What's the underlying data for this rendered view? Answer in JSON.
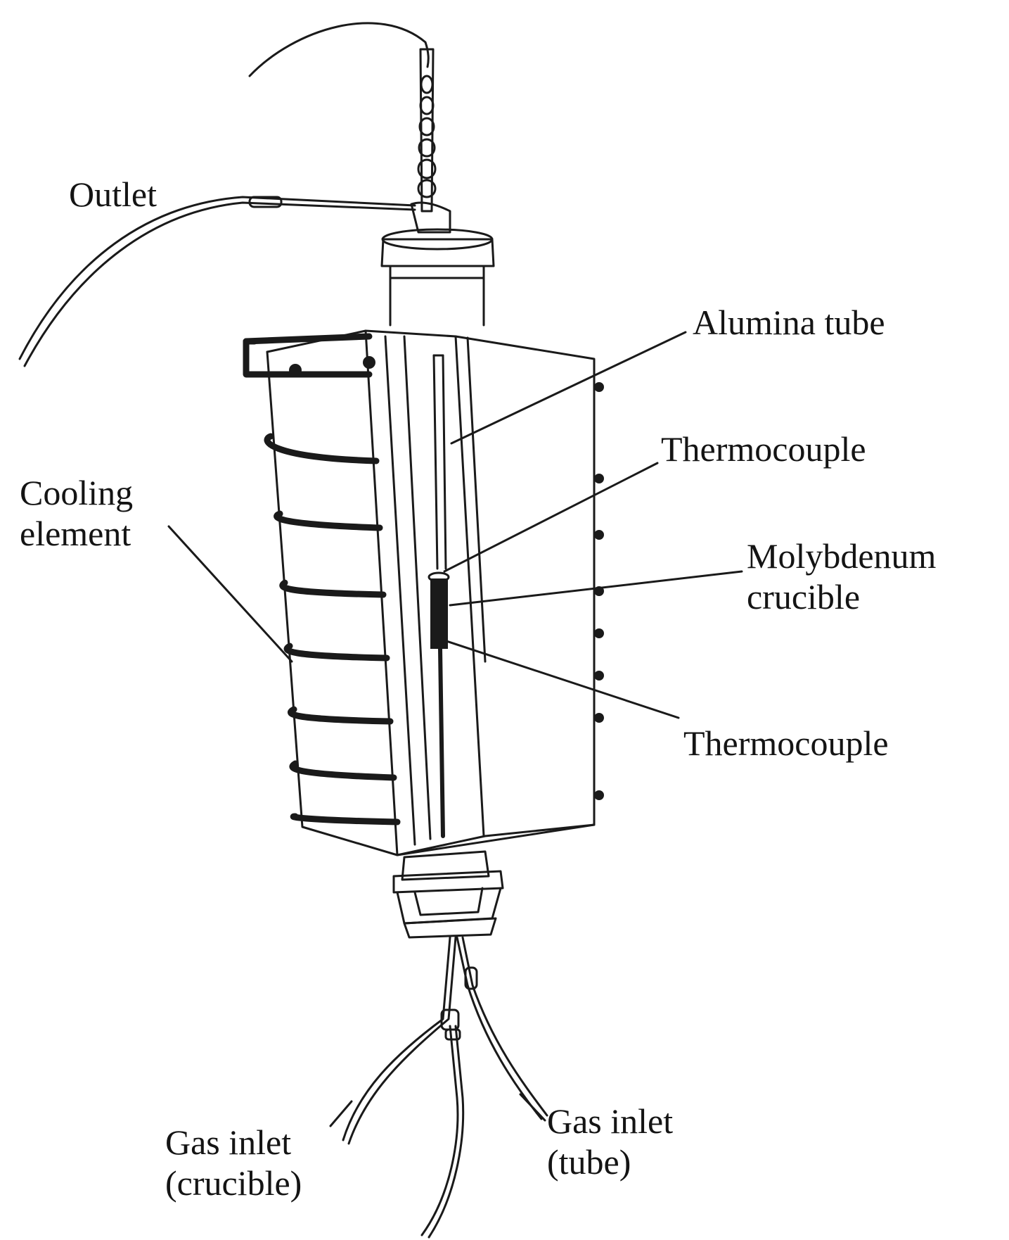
{
  "figure": {
    "labels": {
      "outlet": "Outlet",
      "alumina_tube": "Alumina tube",
      "thermocouple_upper": "Thermocouple",
      "cooling_element": [
        "Cooling",
        "element"
      ],
      "molybdenum_crucible": [
        "Molybdenum",
        "crucible"
      ],
      "thermocouple_lower": "Thermocouple",
      "gas_inlet_crucible": [
        "Gas inlet",
        "(crucible)"
      ],
      "gas_inlet_tube": [
        "Gas inlet",
        "(tube)"
      ]
    },
    "colors": {
      "ink": "#1a1a1a",
      "background": "#ffffff"
    }
  }
}
